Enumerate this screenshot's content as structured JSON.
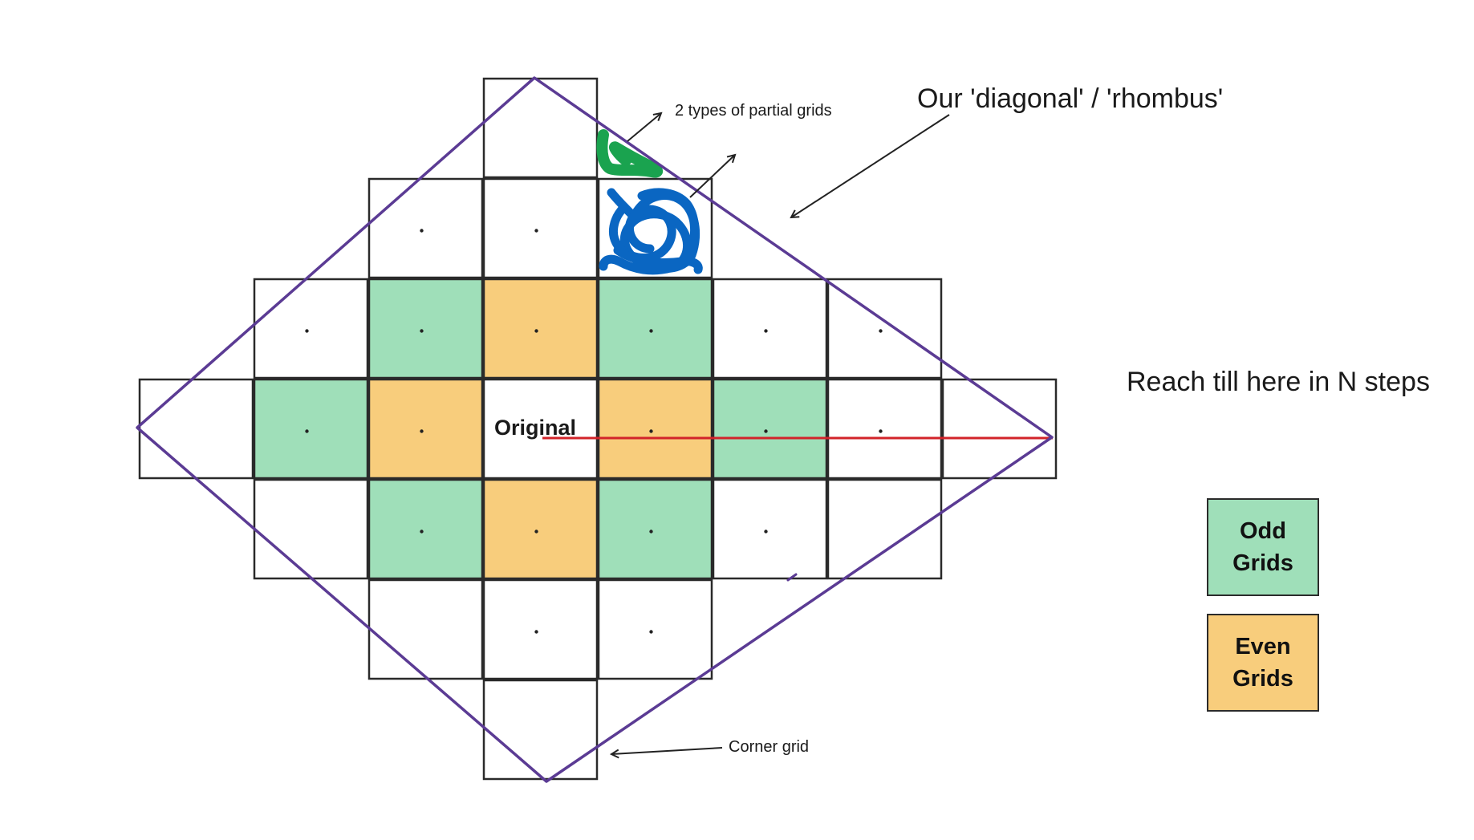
{
  "colors": {
    "odd": "#9fdfb9",
    "even": "#f8cd7c",
    "plain": "#ffffff",
    "rhombus": "#5b3b94",
    "red_line": "#d2232a",
    "green_scribble": "#1aa34f",
    "blue_scribble": "#0a66c2"
  },
  "grid": {
    "cells": [
      {
        "row": -3,
        "col": 0,
        "type": "plain",
        "dot": false
      },
      {
        "row": -2,
        "col": -1,
        "type": "plain",
        "dot": true
      },
      {
        "row": -2,
        "col": 0,
        "type": "plain",
        "dot": true
      },
      {
        "row": -2,
        "col": 1,
        "type": "plain",
        "dot": false
      },
      {
        "row": -1,
        "col": -2,
        "type": "plain",
        "dot": true
      },
      {
        "row": -1,
        "col": -1,
        "type": "odd",
        "dot": true
      },
      {
        "row": -1,
        "col": 0,
        "type": "even",
        "dot": true
      },
      {
        "row": -1,
        "col": 1,
        "type": "odd",
        "dot": true
      },
      {
        "row": -1,
        "col": 2,
        "type": "plain",
        "dot": true
      },
      {
        "row": -1,
        "col": 3,
        "type": "plain",
        "dot": true
      },
      {
        "row": 0,
        "col": -3,
        "type": "plain",
        "dot": false
      },
      {
        "row": 0,
        "col": -2,
        "type": "odd",
        "dot": true
      },
      {
        "row": 0,
        "col": -1,
        "type": "even",
        "dot": true
      },
      {
        "row": 0,
        "col": 0,
        "type": "original",
        "dot": false
      },
      {
        "row": 0,
        "col": 1,
        "type": "even",
        "dot": true
      },
      {
        "row": 0,
        "col": 2,
        "type": "odd",
        "dot": true
      },
      {
        "row": 0,
        "col": 3,
        "type": "plain",
        "dot": true
      },
      {
        "row": 0,
        "col": 4,
        "type": "plain",
        "dot": false
      },
      {
        "row": 1,
        "col": -2,
        "type": "plain",
        "dot": false
      },
      {
        "row": 1,
        "col": -1,
        "type": "odd",
        "dot": true
      },
      {
        "row": 1,
        "col": 0,
        "type": "even",
        "dot": true
      },
      {
        "row": 1,
        "col": 1,
        "type": "odd",
        "dot": true
      },
      {
        "row": 1,
        "col": 2,
        "type": "plain",
        "dot": true
      },
      {
        "row": 1,
        "col": 3,
        "type": "plain",
        "dot": false
      },
      {
        "row": 2,
        "col": -1,
        "type": "plain",
        "dot": false
      },
      {
        "row": 2,
        "col": 0,
        "type": "plain",
        "dot": true
      },
      {
        "row": 2,
        "col": 1,
        "type": "plain",
        "dot": true
      },
      {
        "row": 3,
        "col": 0,
        "type": "plain",
        "dot": false
      }
    ],
    "original_label": "Original"
  },
  "annotations": {
    "partial_grids": "2 types of partial grids",
    "rhombus": "Our 'diagonal' / 'rhombus'",
    "reach": "Reach till here in N steps",
    "corner": "Corner grid"
  },
  "legend": {
    "odd_label": "Odd\nGrids",
    "even_label": "Even\nGrids"
  }
}
